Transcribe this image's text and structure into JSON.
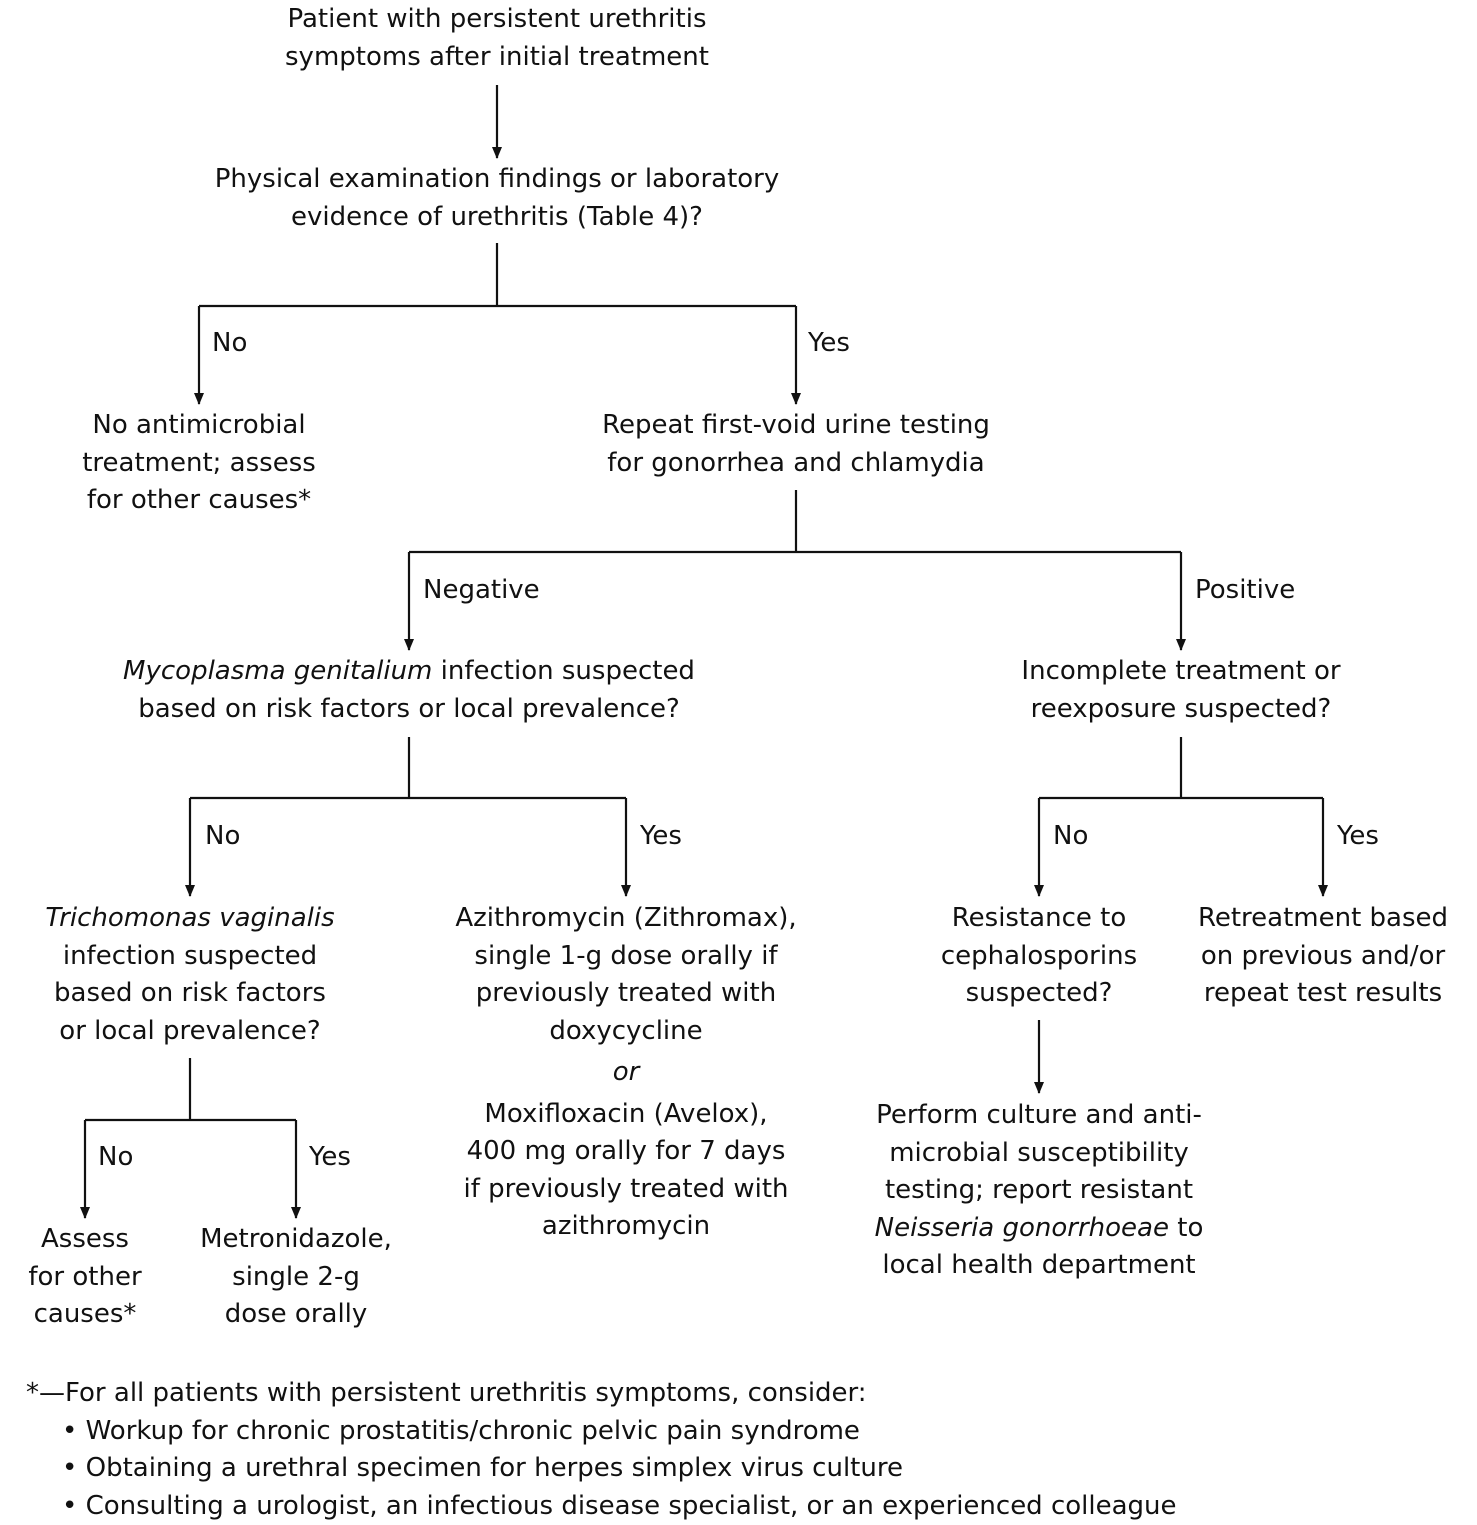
{
  "nodes": {
    "start": {
      "lines": [
        "Patient with persistent urethritis",
        "symptoms after initial treatment"
      ]
    },
    "exam": {
      "lines": [
        "Physical examination findings or laboratory",
        "evidence of urethritis (Table 4)?"
      ]
    },
    "no_treatment": {
      "lines": [
        "No antimicrobial",
        "treatment; assess",
        "for other causes*"
      ]
    },
    "repeat_testing": {
      "lines": [
        "Repeat first-void urine testing",
        "for gonorrhea and chlamydia"
      ]
    },
    "mycoplasma": {
      "italic_lead": "Mycoplasma genitalium",
      "line1_rest": " infection suspected",
      "lines": [
        "based on risk factors or local prevalence?"
      ]
    },
    "incomplete": {
      "lines": [
        "Incomplete treatment or",
        "reexposure suspected?"
      ]
    },
    "trichomonas": {
      "italic_lead": "Trichomonas vaginalis",
      "lines": [
        "infection suspected",
        "based on risk factors",
        "or local prevalence?"
      ]
    },
    "azithro": {
      "lines": [
        "Azithromycin (Zithromax),",
        "single 1-g dose orally if",
        "previously treated with",
        "doxycycline"
      ],
      "or": "or",
      "lines2": [
        "Moxifloxacin (Avelox),",
        "400 mg orally for 7 days",
        "if previously treated with",
        "azithromycin"
      ]
    },
    "resistance": {
      "lines": [
        "Resistance to",
        "cephalosporins",
        "suspected?"
      ]
    },
    "retreatment": {
      "lines": [
        "Retreatment based",
        "on previous and/or",
        "repeat test results"
      ]
    },
    "culture": {
      "lines": [
        "Perform culture and anti-",
        "microbial susceptibility",
        "testing; report resistant"
      ],
      "italic_line": "Neisseria gonorrhoeae",
      "italic_line_rest": " to",
      "last_line": "local health department"
    },
    "assess_other": {
      "lines": [
        "Assess",
        "for other",
        "causes*"
      ]
    },
    "metronidazole": {
      "lines": [
        "Metronidazole,",
        "single 2-g",
        "dose orally"
      ]
    }
  },
  "edge_labels": {
    "exam_no": "No",
    "exam_yes": "Yes",
    "test_negative": "Negative",
    "test_positive": "Positive",
    "myco_no": "No",
    "myco_yes": "Yes",
    "incomplete_no": "No",
    "incomplete_yes": "Yes",
    "trich_no": "No",
    "trich_yes": "Yes"
  },
  "footnote": {
    "intro": "*—For all patients with persistent urethritis symptoms, consider:",
    "items": [
      "• Workup for chronic prostatitis/chronic pelvic pain syndrome",
      "• Obtaining a urethral specimen for herpes simplex virus culture",
      "• Consulting a urologist, an infectious disease specialist, or an experienced colleague"
    ]
  },
  "colors": {
    "line": "#111111",
    "text": "#111111"
  }
}
